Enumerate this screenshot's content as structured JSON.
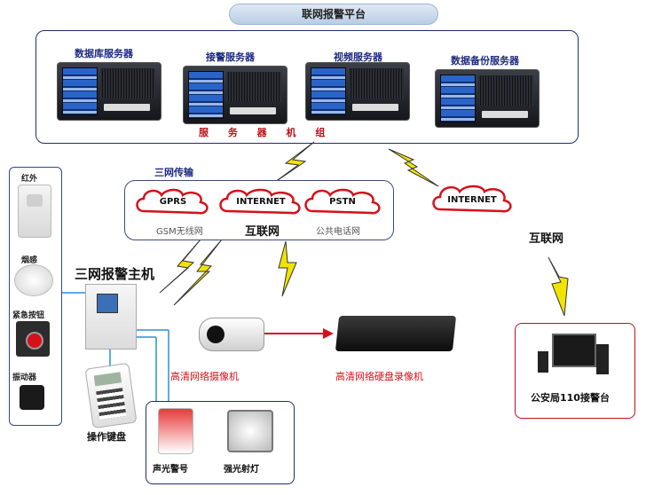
{
  "platform": {
    "title": "联网报警平台"
  },
  "servers": [
    {
      "label": "数据库服务器"
    },
    {
      "label": "接警服务器"
    },
    {
      "label": "视频服务器"
    },
    {
      "label": "数据备份服务器"
    }
  ],
  "server_group_label": "服 务 器 机 组",
  "transmission": {
    "title": "三网传输",
    "clouds": [
      "GPRS",
      "INTERNET",
      "PSTN"
    ],
    "captions": [
      "GSM无线网",
      "互联网",
      "公共电话网"
    ]
  },
  "right_internet": {
    "cloud": "INTERNET",
    "label": "互联网"
  },
  "sensors": [
    {
      "label": "红外"
    },
    {
      "label": "烟感"
    },
    {
      "label": "紧急按钮"
    },
    {
      "label": "振动器"
    }
  ],
  "host": {
    "label": "三网报警主机"
  },
  "keypad": {
    "label": "操作键盘"
  },
  "camera": {
    "label": "高清网络摄像机"
  },
  "nvr": {
    "label": "高清网络硬盘录像机"
  },
  "alarm_devices": [
    {
      "label": "声光警号"
    },
    {
      "label": "强光射灯"
    }
  ],
  "police": {
    "label": "公安局110接警台"
  },
  "colors": {
    "accent_red": "#d6101a",
    "frame_blue": "#1d2f6a",
    "bolt_yellow": "#f2e400"
  }
}
